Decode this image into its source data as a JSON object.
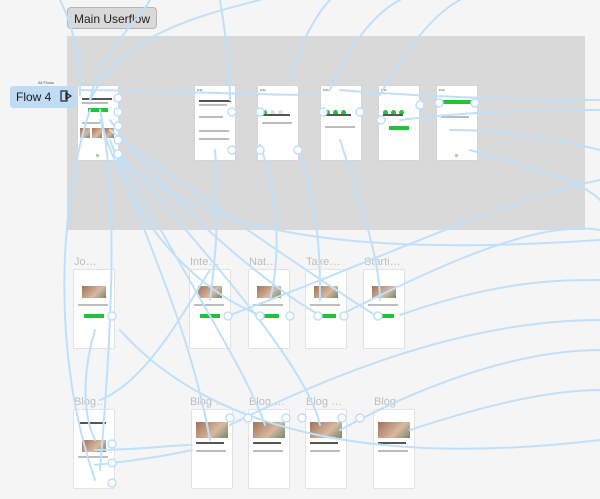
{
  "canvas": {
    "section_label": "Main Userflow",
    "flow_badge": "Flow 4",
    "flow_mini_label": "All Flows"
  },
  "frames": {
    "main_row": [
      {
        "id": "main-1"
      },
      {
        "id": "main-2"
      },
      {
        "id": "main-3"
      },
      {
        "id": "main-4"
      },
      {
        "id": "main-5"
      },
      {
        "id": "main-6"
      },
      {
        "id": "main-7"
      }
    ],
    "row2_titles": [
      "Jo…",
      "Inte…",
      "Nat…",
      "Taxe…",
      "Starti…"
    ],
    "row3_titles": [
      "Blog…",
      "Blog …",
      "Blog …",
      "Blog …",
      "Blog"
    ]
  },
  "colors": {
    "section_bg": "#d9d9d9",
    "wire": "#bfe0fb",
    "accent_green": "#21c33a",
    "flow_badge_bg": "#bfdcf7"
  }
}
